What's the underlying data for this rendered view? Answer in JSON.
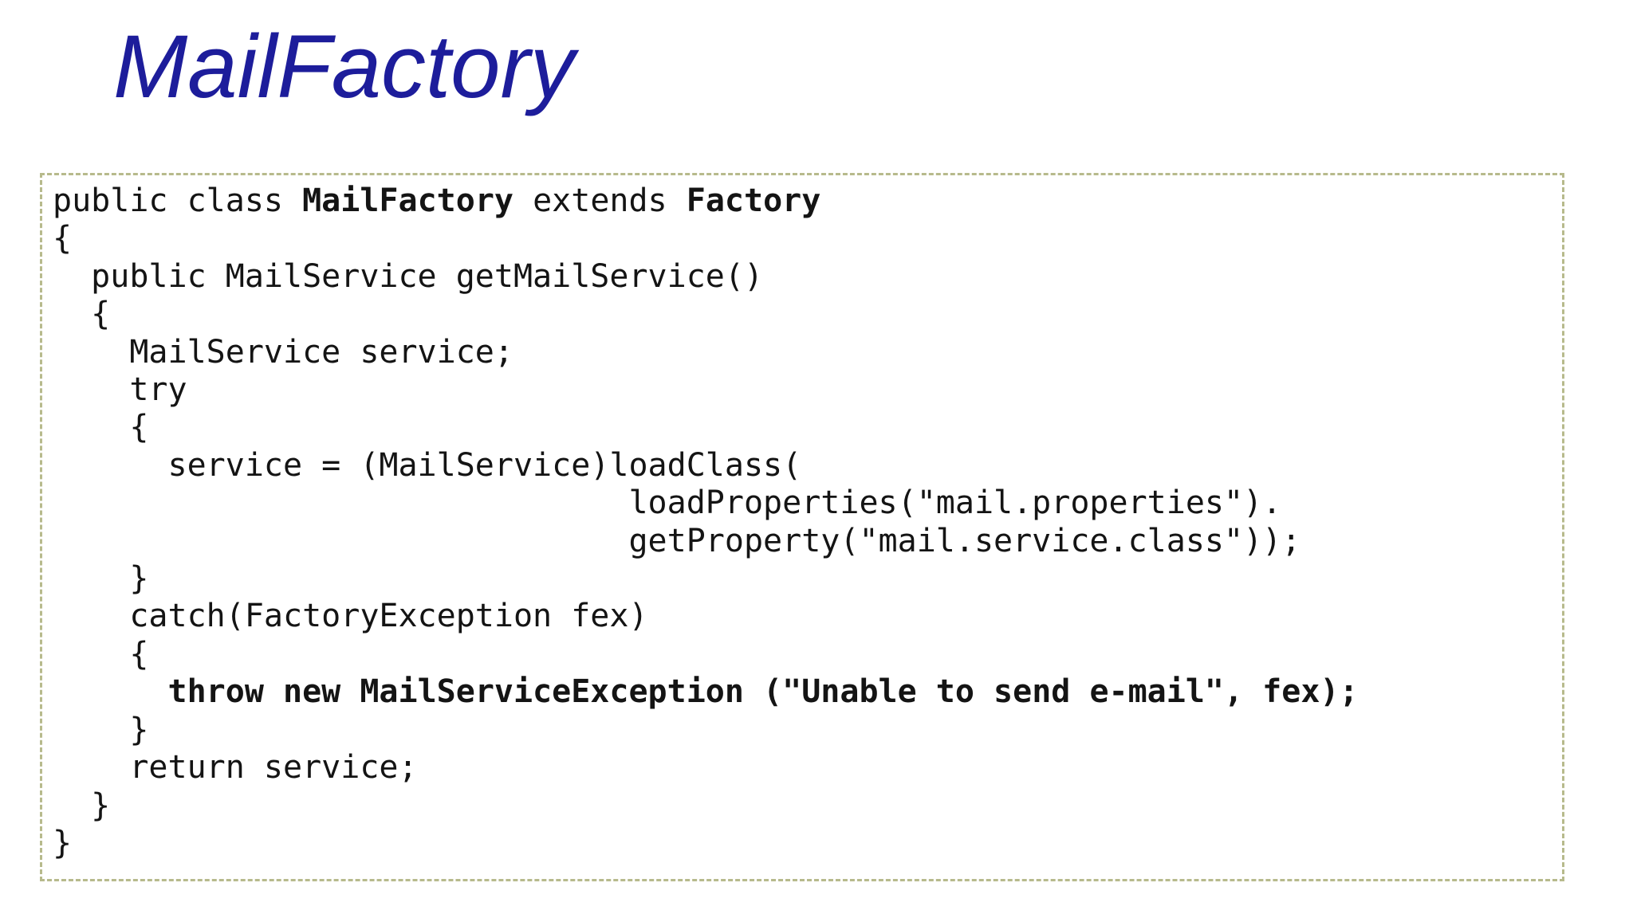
{
  "slide": {
    "title": "MailFactory",
    "colors": {
      "background": "#ffffff",
      "title": "#1d1d9b",
      "border": "#b7ba8c",
      "code": "#141414"
    }
  },
  "code": {
    "language": "java",
    "lines": [
      {
        "segments": [
          {
            "text": "public class ",
            "bold": false
          },
          {
            "text": "MailFactory",
            "bold": true
          },
          {
            "text": " extends ",
            "bold": false
          },
          {
            "text": "Factory",
            "bold": true
          }
        ]
      },
      {
        "segments": [
          {
            "text": "{",
            "bold": false
          }
        ]
      },
      {
        "segments": [
          {
            "text": "  public MailService getMailService()",
            "bold": false
          }
        ]
      },
      {
        "segments": [
          {
            "text": "  {",
            "bold": false
          }
        ]
      },
      {
        "segments": [
          {
            "text": "    MailService service;",
            "bold": false
          }
        ]
      },
      {
        "segments": [
          {
            "text": "    try",
            "bold": false
          }
        ]
      },
      {
        "segments": [
          {
            "text": "    {",
            "bold": false
          }
        ]
      },
      {
        "segments": [
          {
            "text": "      service = (MailService)loadClass(",
            "bold": false
          }
        ]
      },
      {
        "segments": [
          {
            "text": "                              loadProperties(\"mail.properties\").",
            "bold": false
          }
        ]
      },
      {
        "segments": [
          {
            "text": "                              getProperty(\"mail.service.class\"));",
            "bold": false
          }
        ]
      },
      {
        "segments": [
          {
            "text": "    }",
            "bold": false
          }
        ]
      },
      {
        "segments": [
          {
            "text": "    catch(FactoryException fex)",
            "bold": false
          }
        ]
      },
      {
        "segments": [
          {
            "text": "    {",
            "bold": false
          }
        ]
      },
      {
        "segments": [
          {
            "text": "      ",
            "bold": false
          },
          {
            "text": "throw new MailServiceException (\"Unable to send e-mail\", fex);",
            "bold": true
          }
        ]
      },
      {
        "segments": [
          {
            "text": "    }",
            "bold": false
          }
        ]
      },
      {
        "segments": [
          {
            "text": "    return service;",
            "bold": false
          }
        ]
      },
      {
        "segments": [
          {
            "text": "  }",
            "bold": false
          }
        ]
      },
      {
        "segments": [
          {
            "text": "}",
            "bold": false
          }
        ]
      }
    ]
  }
}
